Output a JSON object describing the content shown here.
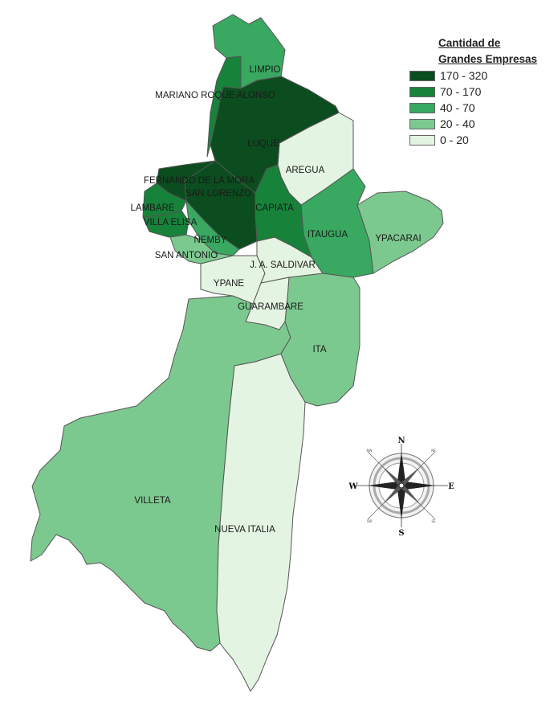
{
  "legend": {
    "title_line1": "Cantidad de",
    "title_line2": "Grandes Empresas",
    "items": [
      {
        "label": "170 - 320",
        "color": "#0b4d1e"
      },
      {
        "label": "70 - 170",
        "color": "#17823a"
      },
      {
        "label": "40 - 70",
        "color": "#39a860"
      },
      {
        "label": "20 - 40",
        "color": "#7cc98f"
      },
      {
        "label": "0 - 20",
        "color": "#e4f4e2"
      }
    ]
  },
  "regions": {
    "limpio": {
      "name": "LIMPIO",
      "class": "40 - 70"
    },
    "mariano": {
      "name": "MARIANO ROQUE ALONSO",
      "class": "70 - 170"
    },
    "luque": {
      "name": "LUQUE",
      "class": "170 - 320"
    },
    "aregua": {
      "name": "AREGUA",
      "class": "0 - 20"
    },
    "fernando": {
      "name": "FERNANDO DE LA MORA",
      "class": "170 - 320"
    },
    "san_lorenzo": {
      "name": "SAN LORENZO",
      "class": "170 - 320"
    },
    "capiata": {
      "name": "CAPIATA",
      "class": "70 - 170"
    },
    "lambare": {
      "name": "LAMBARE",
      "class": "70 - 170"
    },
    "villa_elisa": {
      "name": "VILLA ELISA",
      "class": "70 - 170"
    },
    "nemby": {
      "name": "ÑEMBY",
      "class": "40 - 70"
    },
    "san_antonio": {
      "name": "SAN ANTONIO",
      "class": "20 - 40"
    },
    "itaugua": {
      "name": "ITAUGUA",
      "class": "40 - 70"
    },
    "ypacarai": {
      "name": "YPACARAI",
      "class": "20 - 40"
    },
    "ja_saldivar": {
      "name": "J. A. SALDIVAR",
      "class": "0 - 20"
    },
    "ypane": {
      "name": "YPANE",
      "class": "0 - 20"
    },
    "guarambare": {
      "name": "GUARAMBARE",
      "class": "0 - 20"
    },
    "ita": {
      "name": "ITA",
      "class": "20 - 40"
    },
    "villeta": {
      "name": "VILLETA",
      "class": "20 - 40"
    },
    "nueva_italia": {
      "name": "NUEVA ITALIA",
      "class": "0 - 20"
    }
  },
  "compass": {
    "n": "N",
    "s": "S",
    "e": "E",
    "w": "W",
    "ne": "NE",
    "nw": "NW",
    "se": "SE",
    "sw": "SW"
  }
}
